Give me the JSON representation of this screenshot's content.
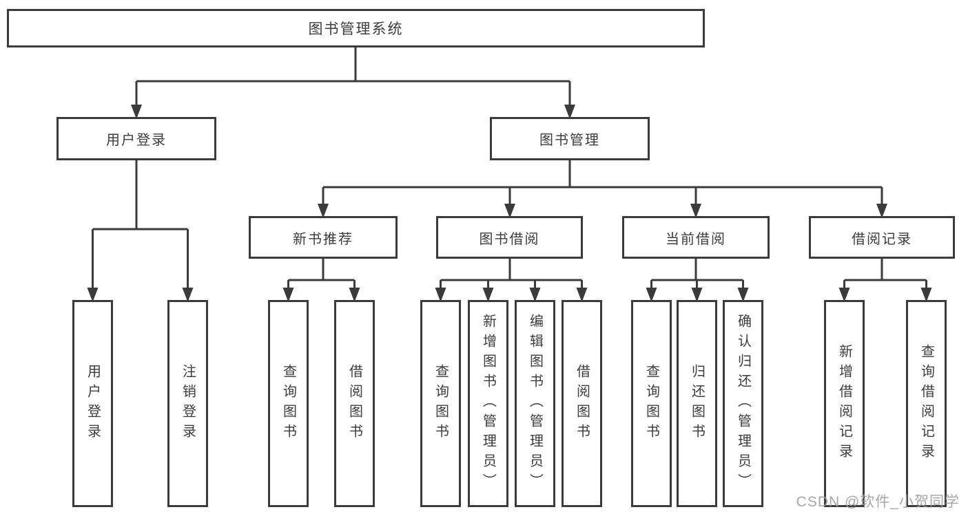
{
  "diagram": {
    "title": "图书管理系统",
    "type": "hierarchy-tree",
    "colors": {
      "line": "#3b3b3b",
      "box_border": "#3b3b3b",
      "box_background": "#ffffff",
      "text": "#3c3c3c",
      "watermark": "#9d9d9d"
    },
    "nodes": {
      "root": "图书管理系统",
      "user_login": "用户登录",
      "book_mgmt": "图书管理",
      "new_book_rec": "新书推荐",
      "book_borrow": "图书借阅",
      "current_borrow": "当前借阅",
      "borrow_record": "借阅记录",
      "ul_login": "用户登录",
      "ul_logout": "注销登录",
      "nr_query": "查询图书",
      "nr_borrow": "借阅图书",
      "bb_query": "查询图书",
      "bb_add": "新增图书（管理员）",
      "bb_edit": "编辑图书（管理员）",
      "bb_borrow": "借阅图书",
      "cb_query": "查询图书",
      "cb_return": "归还图书",
      "cb_confirm": "确认归还（管理员）",
      "br_add": "新增借阅记录",
      "br_query": "查询借阅记录"
    },
    "edges": [
      [
        "图书管理系统",
        "用户登录"
      ],
      [
        "图书管理系统",
        "图书管理"
      ],
      [
        "用户登录",
        "用户登录"
      ],
      [
        "用户登录",
        "注销登录"
      ],
      [
        "图书管理",
        "新书推荐"
      ],
      [
        "图书管理",
        "图书借阅"
      ],
      [
        "图书管理",
        "当前借阅"
      ],
      [
        "图书管理",
        "借阅记录"
      ],
      [
        "新书推荐",
        "查询图书"
      ],
      [
        "新书推荐",
        "借阅图书"
      ],
      [
        "图书借阅",
        "查询图书"
      ],
      [
        "图书借阅",
        "新增图书（管理员）"
      ],
      [
        "图书借阅",
        "编辑图书（管理员）"
      ],
      [
        "图书借阅",
        "借阅图书"
      ],
      [
        "当前借阅",
        "查询图书"
      ],
      [
        "当前借阅",
        "归还图书"
      ],
      [
        "当前借阅",
        "确认归还（管理员）"
      ],
      [
        "借阅记录",
        "新增借阅记录"
      ],
      [
        "借阅记录",
        "查询借阅记录"
      ]
    ]
  },
  "watermark": "CSDN @软件_小贺同学"
}
